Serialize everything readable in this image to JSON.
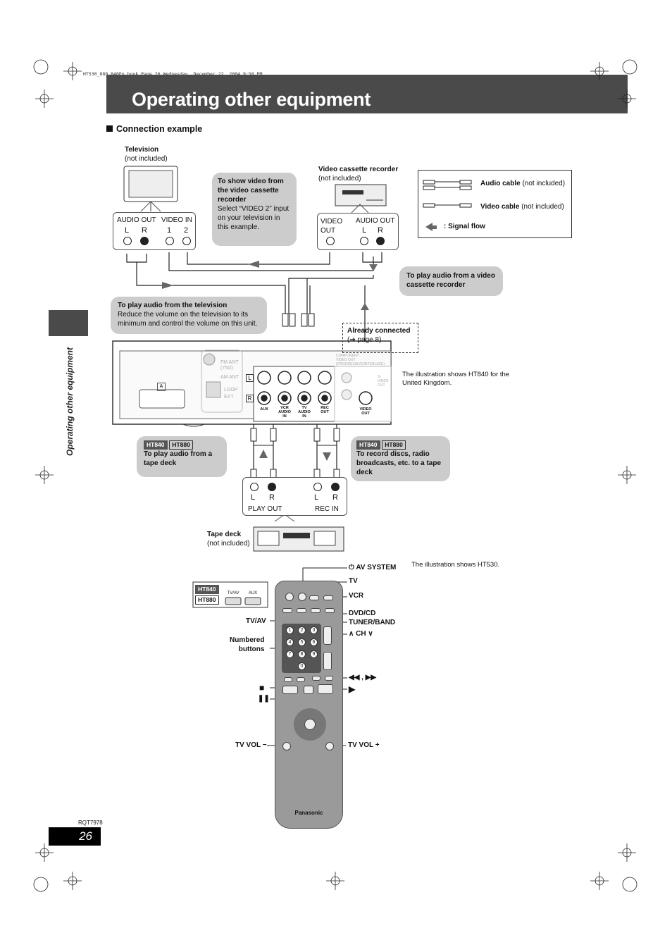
{
  "header": {
    "file_meta": "HT530_880_840En.book  Page 26  Wednesday, December 22, 2004  9:58 PM",
    "title": "Operating other equipment"
  },
  "sidebar": {
    "label": "Operating other equipment"
  },
  "section": {
    "title": "Connection example"
  },
  "devices": {
    "television": {
      "name": "Television",
      "note": "(not included)",
      "audio_out": "AUDIO OUT",
      "video_in": "VIDEO IN",
      "l": "L",
      "r": "R",
      "in1": "1",
      "in2": "2"
    },
    "vcr": {
      "name": "Video cassette recorder",
      "note": "(not included)",
      "video_out": "VIDEO OUT",
      "audio_out": "AUDIO OUT",
      "l": "L",
      "r": "R"
    },
    "tape_deck": {
      "name": "Tape deck",
      "note": "(not included)",
      "play_out": "PLAY OUT",
      "rec_in": "REC IN",
      "l1": "L",
      "r1": "R",
      "l2": "L",
      "r2": "R"
    }
  },
  "legend": {
    "audio_cable": "Audio cable",
    "audio_note": "(not included)",
    "video_cable": "Video cable",
    "video_note": "(not included)",
    "signal_flow": ": Signal flow"
  },
  "bubbles": {
    "show_video_title": "To show video from the video cassette recorder",
    "show_video_body": "Select “VIDEO 2” input on your television in this example.",
    "play_vcr_title": "To play audio from a video cassette recorder",
    "play_tv_title": "To play audio from the television",
    "play_tv_body": "Reduce the volume on the television to its minimum and control the volume on this unit.",
    "already_title": "Already connected",
    "already_body": "(➔ page 8)",
    "tape_play_tag1": "HT840",
    "tape_play_tag2": "HT880",
    "tape_play_title": "To play audio from a tape deck",
    "record_tag1": "HT840",
    "record_tag2": "HT880",
    "record_title": "To record discs, radio broadcasts, etc. to a tape deck"
  },
  "unit_panel": {
    "aux": "AUX",
    "vcr_audio_in": "VCR AUDIO IN",
    "tv_audio_in": "TV AUDIO IN",
    "rec_out": "REC OUT",
    "video_out": "VIDEO OUT",
    "fm_ant": "FM ANT (75Ω)",
    "am_ant": "AM ANT",
    "loop": "LOOP",
    "ext": "EXT",
    "component": "COMPONENT VIDEO OUT (PROGRESSIVE/INTERLACE)",
    "svideo": "S-VIDEO OUT",
    "scart": "A",
    "l": "L",
    "r": "R"
  },
  "notes": {
    "ht840_uk": "The illustration shows HT840 for the United Kingdom.",
    "ht530": "The illustration shows HT530."
  },
  "remote": {
    "tag_ht840": "HT840",
    "tag_ht880": "HT880",
    "inset_tvav": "TV/AV",
    "inset_aux": "AUX",
    "brand": "Panasonic",
    "callouts": {
      "av_system": "⏻ AV SYSTEM",
      "tv": "TV",
      "vcr": "VCR",
      "dvd_cd": "DVD/CD",
      "tuner_band": "TUNER/BAND",
      "ch": "∧ CH ∨",
      "tv_av": "TV/AV",
      "numbered_1": "Numbered",
      "numbered_2": "buttons",
      "skip": "◀◀ , ▶▶",
      "stop": "■",
      "play": "▶",
      "pause": "❚❚",
      "tv_vol_minus": "TV VOL −",
      "tv_vol_plus": "TV VOL +"
    },
    "numbers": [
      "1",
      "2",
      "3",
      "4",
      "5",
      "6",
      "7",
      "8",
      "9",
      "0"
    ]
  },
  "footer": {
    "code": "RQT7978",
    "page": "26"
  }
}
